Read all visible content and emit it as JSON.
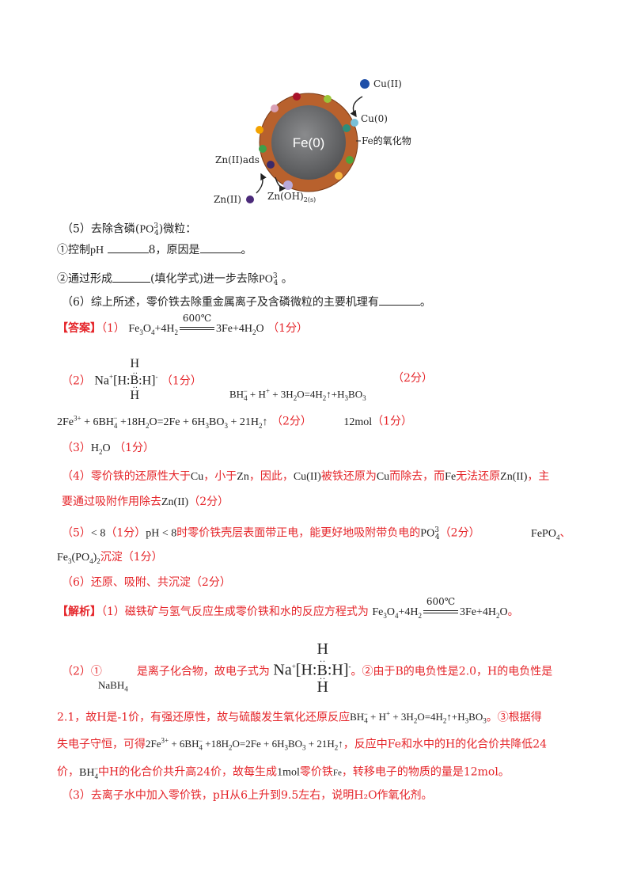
{
  "figure": {
    "core": "Fe(0)",
    "labels": {
      "cu2": "Cu(II)",
      "cu0": "Cu(0)",
      "oxide": "Fe的氧化物",
      "znads": "Zn(II)ads",
      "zn2": "Zn(II)",
      "znoh": "Zn(OH)"
    },
    "colors": {
      "shell": "#b8612d",
      "core": "#6d6e70",
      "cu": "#1f4fa8",
      "zn": "#4b2a7a"
    }
  },
  "q5": {
    "title": "（5）去除含磷(",
    "title_tail": ")微粒：",
    "item1_a": "①控制",
    "item1_b": "8，原因是",
    "item1_c": "。",
    "item2_a": "②通过形成",
    "item2_b": "(填化学式)进一步去除",
    "item2_c": "。"
  },
  "q6": {
    "text": "（6）综上所述，零价铁去除重金属离子及含磷微粒的主要机理有",
    "end": "。"
  },
  "answer": {
    "label": "【答案】",
    "a1_prefix": "（1）",
    "a1_score": "（1分）",
    "a2_prefix": "（2）",
    "a2_score1": "（1分）",
    "a2_score2": "（2分）",
    "a2_eq2_score": "（2分）",
    "a2_mol": "12mol",
    "a2_mol_score": "（1分）",
    "a3_prefix": "（3）",
    "a3_score": "（1分）",
    "a4_text1": "（4）零价铁的还原性大于",
    "a4_cu": "Cu",
    "a4_text2": "，小于",
    "a4_zn": "Zn",
    "a4_text3": "，因此，",
    "a4_text4": "被铁还原为",
    "a4_text5": "而除去，而",
    "a4_fe": "Fe",
    "a4_text6": "无法还原",
    "a4_text7": "，主",
    "a4_line2": "要通过吸附作用除去",
    "a4_score": "（2分）",
    "a5_prefix": "（5）",
    "a5_lt": "< 8",
    "a5_s1": "（1分）",
    "a5_text": "时零价铁壳层表面带正电，能更好地吸附带负电的",
    "a5_s2": "（2分）",
    "a5_fepo4": "FePO",
    "a5_sep": "、",
    "a5_tail": "沉淀（1分）",
    "a6": "（6）还原、吸附、共沉淀（2分）"
  },
  "analysis": {
    "label": "【解析】",
    "p1": "（1）磁铁矿与氢气反应生成零价铁和水的反应方程式为",
    "p1_end": "。",
    "p2_a": "（2）①",
    "p2_nabh4": "NaBH",
    "p2_b": "是离子化合物，故电子式为",
    "p2_c": "。②由于B的电负性是2.0，H的电负性是",
    "p3_a": "2.1，故H是-1价，有强还原性，故与硫酸发生氧化还原反应",
    "p3_b": "。③根据得",
    "p4_a": "失电子守恒，可得",
    "p4_b": "，反应中Fe和水中的H的化合价共降低24",
    "p5_a": "价，",
    "p5_b": "中H的化合价共升高24价，故每生成",
    "p5_mol": "1mol",
    "p5_c": "零价铁",
    "p5_fe": "Fe",
    "p5_d": "，转移电子的物质的量是12mol。",
    "p6": "（3）去离子水中加入零价铁，pH从6上升到9.5左右，说明H₂O作氧化剂。"
  },
  "chem": {
    "temp": "600℃",
    "po4": "PO",
    "ph": "pH",
    "cu2": "Cu(II)",
    "zn2": "Zn(II)",
    "na": "Na",
    "h": "H",
    "b": "B"
  }
}
